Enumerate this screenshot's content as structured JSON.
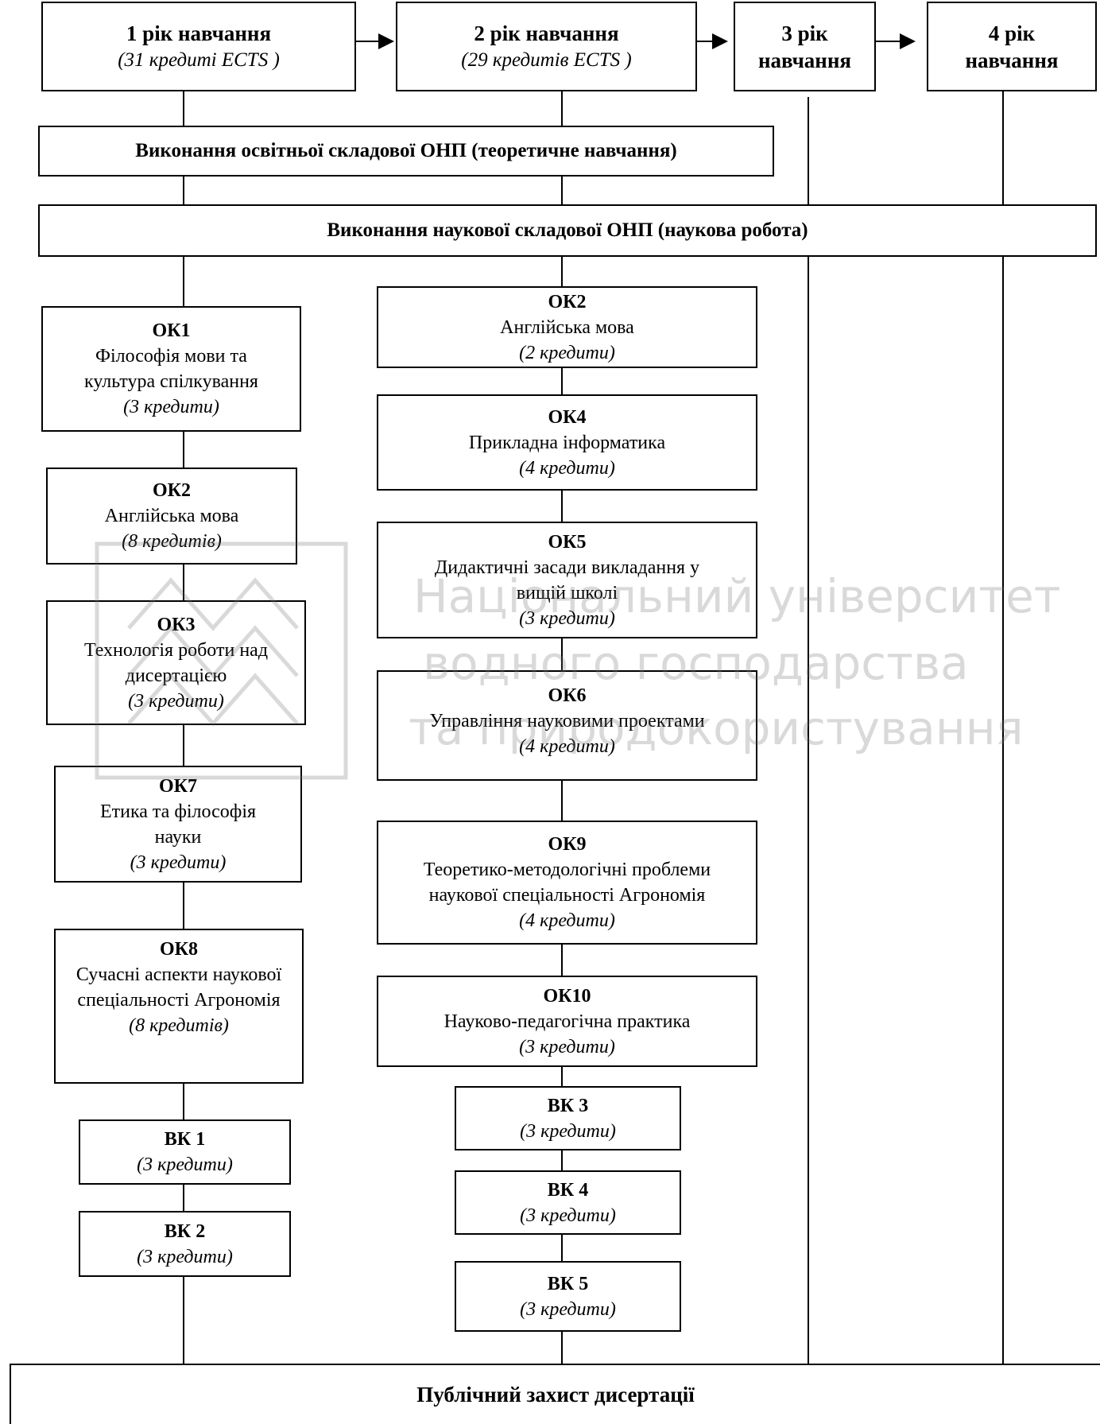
{
  "years": [
    {
      "title": "1 рік навчання",
      "subtitle": "(31 кредиті ECTS )"
    },
    {
      "title": "2 рік навчання",
      "subtitle": "(29 кредитів ECTS )"
    },
    {
      "title": "3 рік навчання",
      "subtitle": ""
    },
    {
      "title": "4 рік навчання",
      "subtitle": ""
    }
  ],
  "educational_stage": "Виконання освітньої складової ОНП (теоретичне навчання)",
  "research_stage": "Виконання наукової складової ОНП (наукова робота)",
  "year1_courses": [
    {
      "code": "ОК1",
      "name": "Філософія мови та культура спілкування",
      "credits": "(3 кредити)"
    },
    {
      "code": "ОК2",
      "name": "Англійська мова",
      "credits": "(8 кредитів)"
    },
    {
      "code": "ОК3",
      "name": "Технологія роботи над дисертацією",
      "credits": "(3 кредити)"
    },
    {
      "code": "ОК7",
      "name": "Етика та філософія науки",
      "credits": "(3 кредити)"
    },
    {
      "code": "ОК8",
      "name": "Сучасні аспекти наукової спеціальності Агрономія",
      "credits": "(8 кредитів)"
    },
    {
      "code": "ВК 1",
      "name": "",
      "credits": "(3 кредити)"
    },
    {
      "code": "ВК 2",
      "name": "",
      "credits": "(3 кредити)"
    }
  ],
  "year2_courses": [
    {
      "code": "ОК2",
      "name": "Англійська мова",
      "credits": "(2 кредити)"
    },
    {
      "code": "ОК4",
      "name": "Прикладна інформатика",
      "credits": "(4 кредити)"
    },
    {
      "code": "ОК5",
      "name": "Дидактичні засади викладання у вищій школі",
      "credits": "(3 кредити)"
    },
    {
      "code": "ОК6",
      "name": "Управління науковими проектами",
      "credits": "(4 кредити)"
    },
    {
      "code": "ОК9",
      "name": "Теоретико-методологічні проблеми наукової спеціальності Агрономія",
      "credits": "(4 кредити)"
    },
    {
      "code": "ОК10",
      "name": "Науково-педагогічна практика",
      "credits": "(3 кредити)"
    },
    {
      "code": "ВК 3",
      "name": "",
      "credits": "(3 кредити)"
    },
    {
      "code": "ВК 4",
      "name": "",
      "credits": "(3 кредити)"
    },
    {
      "code": "ВК 5",
      "name": "",
      "credits": "(3 кредити)"
    }
  ],
  "final_stage": "Публічний захист дисертації",
  "watermark": {
    "lines": [
      "Національний університет",
      "водного господарства",
      "та природокористування"
    ]
  }
}
